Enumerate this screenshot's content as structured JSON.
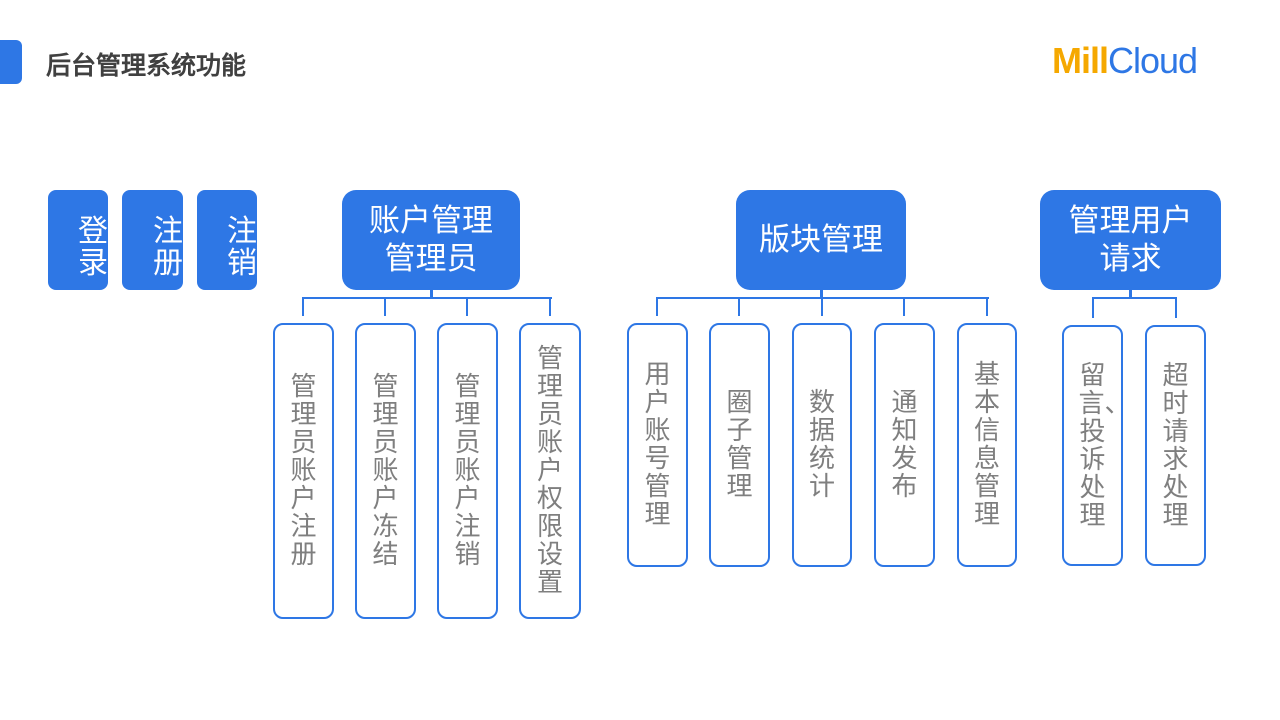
{
  "header": {
    "title": "后台管理系统功能",
    "logo_part1": "Mill",
    "logo_part2": "Cloud"
  },
  "basic": [
    "登录",
    "注册",
    "注销"
  ],
  "groups": [
    {
      "title": "账户管理管理员",
      "children": [
        "管理员账户注册",
        "管理员账户冻结",
        "管理员账户注销",
        "管理员账户权限设置"
      ]
    },
    {
      "title": "版块管理",
      "children": [
        "用户账号管理",
        "圈子管理",
        "数据统计",
        "通知发布",
        "基本信息管理"
      ]
    },
    {
      "title": "管理用户请求",
      "children": [
        "留言、投诉处理",
        "超时请求处理"
      ]
    }
  ],
  "colors": {
    "accent": "#2E77E5",
    "logo_orange": "#F5A800",
    "child_text": "#7f7f7f"
  }
}
